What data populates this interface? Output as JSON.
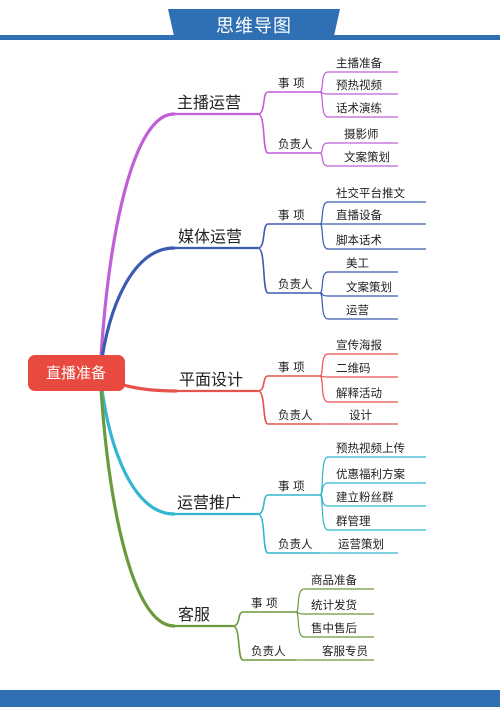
{
  "header": {
    "title": "思维导图"
  },
  "root": {
    "label": "直播准备",
    "color": "#e84a3f"
  },
  "branches": [
    {
      "label": "主播运营",
      "color": "#c05fd6",
      "groups": [
        {
          "label": "事 项",
          "items": [
            "主播准备",
            "预热视频",
            "话术演练"
          ]
        },
        {
          "label": "负责人",
          "items": [
            "摄影师",
            "文案策划"
          ]
        }
      ]
    },
    {
      "label": "媒体运营",
      "color": "#3a5bb0",
      "groups": [
        {
          "label": "事 项",
          "items": [
            "社交平台推文",
            "直播设备",
            "脚本话术"
          ]
        },
        {
          "label": "负责人",
          "items": [
            "美工",
            "文案策划",
            "运营"
          ]
        }
      ]
    },
    {
      "label": "平面设计",
      "color": "#e6524c",
      "groups": [
        {
          "label": "事 项",
          "items": [
            "宣传海报",
            "二维码",
            "解释活动"
          ]
        },
        {
          "label": "负责人",
          "items": [
            "设计"
          ]
        }
      ]
    },
    {
      "label": "运营推广",
      "color": "#33b6cf",
      "groups": [
        {
          "label": "事 项",
          "items": [
            "预热视频上传",
            "优惠福利方案",
            "建立粉丝群",
            "群管理"
          ]
        },
        {
          "label": "负责人",
          "items": [
            "运营策划"
          ]
        }
      ]
    },
    {
      "label": "客服",
      "color": "#6a9a3c",
      "groups": [
        {
          "label": "事 项",
          "items": [
            "商品准备",
            "统计发货",
            "售中售后"
          ]
        },
        {
          "label": "负责人",
          "items": [
            "客服专员"
          ]
        }
      ]
    }
  ]
}
